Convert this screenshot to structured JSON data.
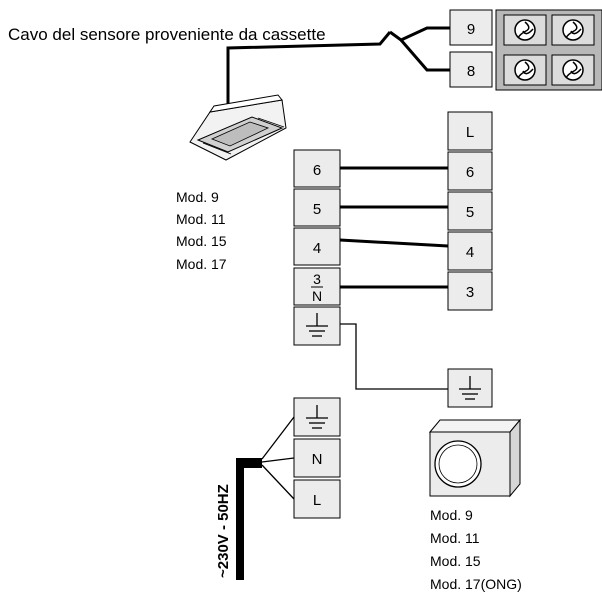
{
  "diagram": {
    "sensor_caption": "Cavo del sensore proveniente da cassette",
    "sensor_terminals": [
      "9",
      "8"
    ],
    "indoor_terminals": [
      "6",
      "5",
      "4",
      "3",
      "N"
    ],
    "outdoor_terminals": [
      "L",
      "6",
      "5",
      "4",
      "3"
    ],
    "supply_terminals": [
      "N",
      "L"
    ],
    "supply_label": "~230V - 50HZ",
    "indoor_models": [
      "Mod. 9",
      "Mod. 11",
      "Mod. 15",
      "Mod. 17"
    ],
    "outdoor_models": [
      "Mod. 9",
      "Mod. 11",
      "Mod. 15",
      "Mod. 17(ONG)"
    ],
    "icons": [
      "cassette-unit-icon",
      "outdoor-unit-icon",
      "ground-icon",
      "fan-icon"
    ]
  }
}
